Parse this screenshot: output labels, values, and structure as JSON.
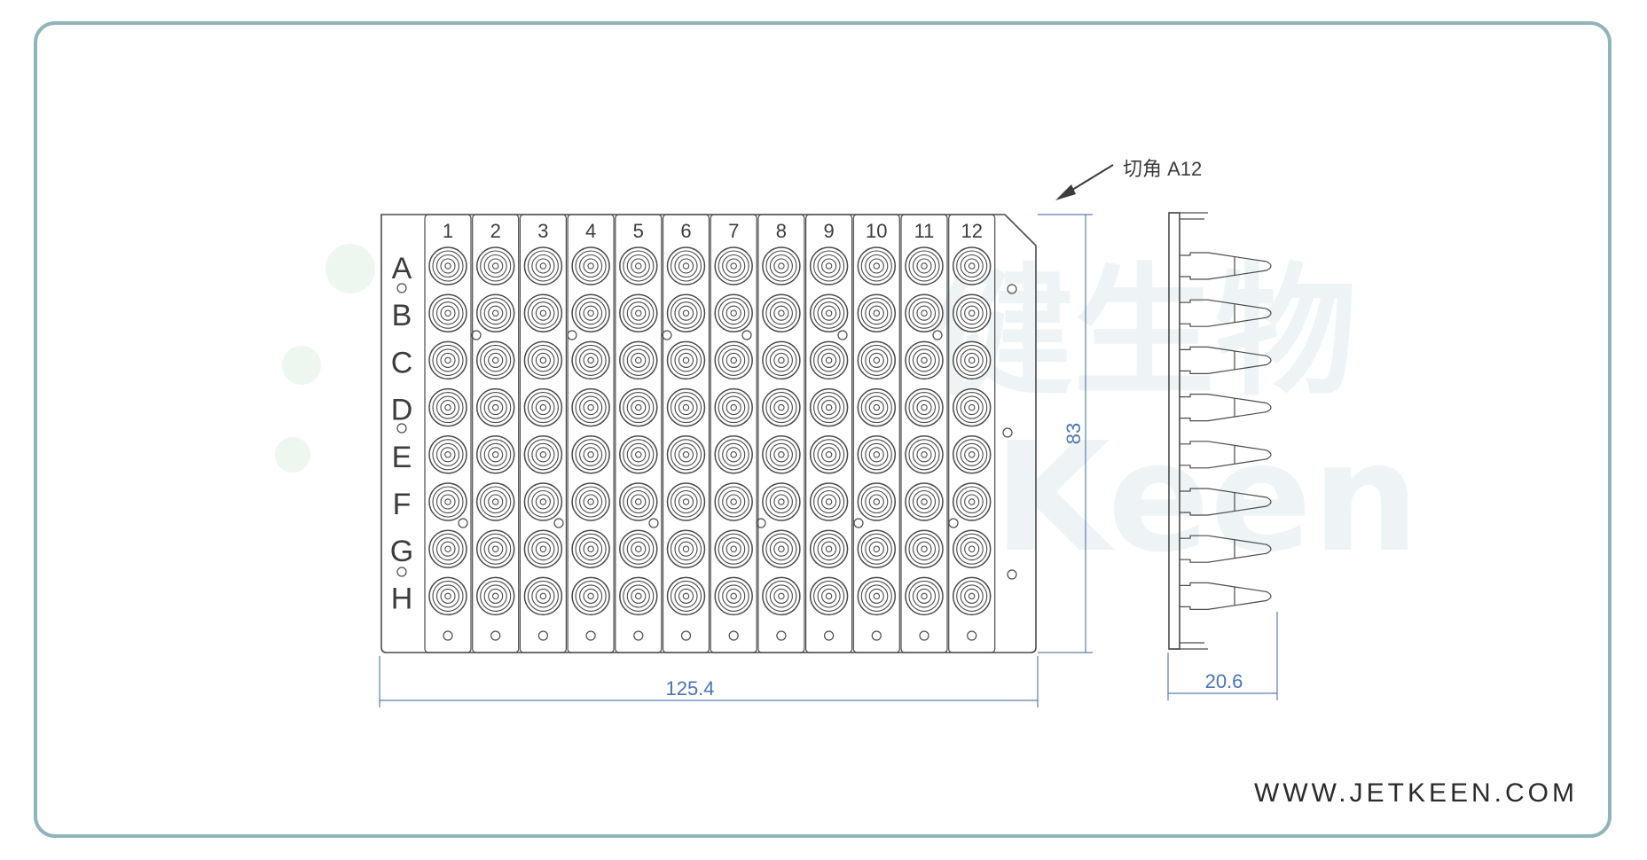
{
  "plate": {
    "columns": [
      "1",
      "2",
      "3",
      "4",
      "5",
      "6",
      "7",
      "8",
      "9",
      "10",
      "11",
      "12"
    ],
    "rows": [
      "A",
      "B",
      "C",
      "D",
      "E",
      "F",
      "G",
      "H"
    ]
  },
  "annotation": {
    "text": "切角 A12"
  },
  "dimensions": {
    "width": "125.4",
    "height": "83",
    "depth": "20.6"
  },
  "watermark": {
    "cn": "健生物",
    "en": "Keen"
  },
  "footer": {
    "website": "WWW.JETKEEN.COM"
  },
  "colors": {
    "frame": "#8fb4bb",
    "dimension": "#4a74b6",
    "line": "#4a4a4a"
  }
}
